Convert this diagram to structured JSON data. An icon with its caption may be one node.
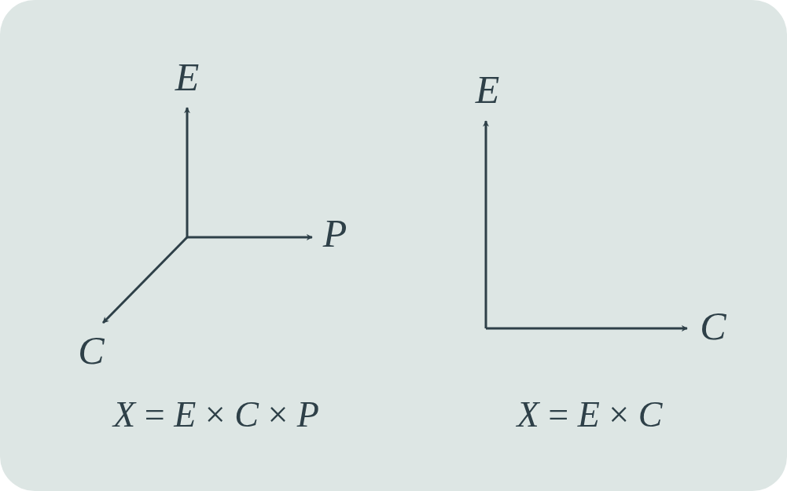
{
  "diagram": {
    "labels": [
      "E",
      "P",
      "C",
      "*X* = *E* × *C* × *P*",
      "E",
      "C",
      "*X* = *E* × *C*"
    ]
  }
}
